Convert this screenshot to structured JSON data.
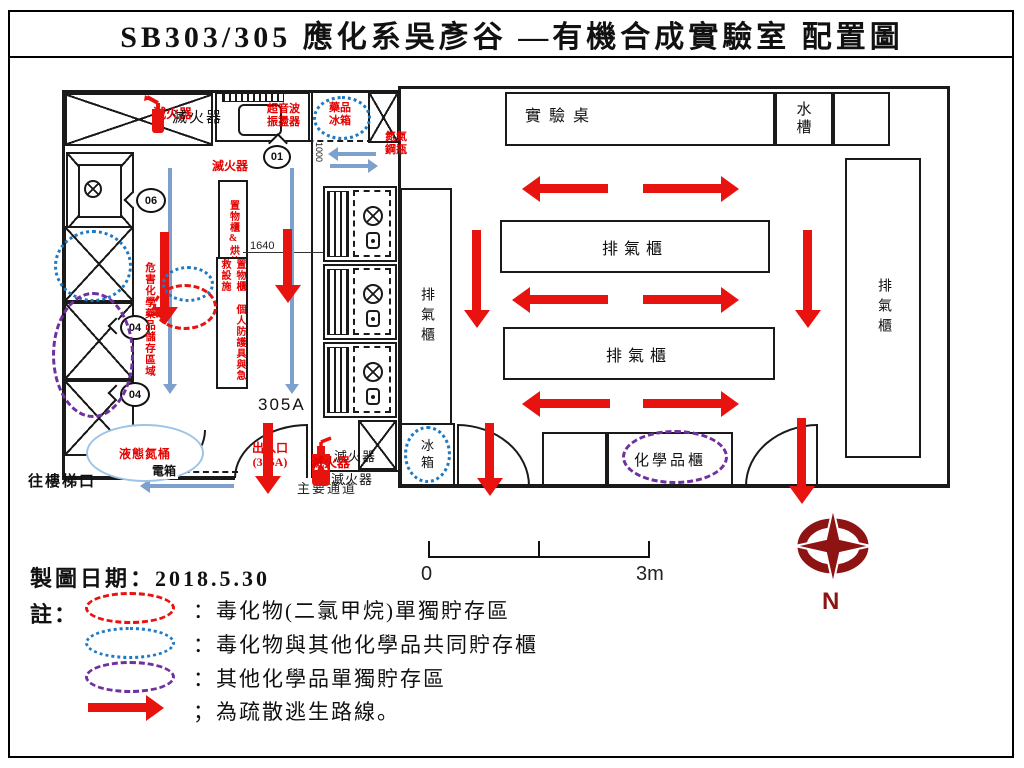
{
  "title": "SB303/305 應化系吳彥谷 —有機合成實驗室 配置圖",
  "date_label": "製圖日期：2018.5.30",
  "note_label": "註：",
  "legend": {
    "items": [
      {
        "marker": "red-dashed-ellipse",
        "text": "：毒化物(二氯甲烷)單獨貯存區"
      },
      {
        "marker": "blue-dotted-ellipse",
        "text": "：毒化物與其他化學品共同貯存櫃"
      },
      {
        "marker": "purple-dashdot-ellipse",
        "text": "：其他化學品單獨貯存區"
      },
      {
        "marker": "red-arrow",
        "text": "；為疏散逃生路線。"
      }
    ]
  },
  "scale": {
    "start": "0",
    "end": "3m"
  },
  "compass": {
    "label": "N"
  },
  "colors": {
    "escape_route_red": "#e8120e",
    "route_blue": "#7da0cc",
    "toxic_single_red": "#e8120e",
    "shared_storage_blue": "#1f7ac4",
    "other_chem_purple": "#7030a0",
    "liquid_n2_lightblue": "#9dc3e6",
    "compass_dark_red": "#8e1414"
  },
  "plan": {
    "labels": {
      "lab_bench": "實驗桌",
      "sink": "水槽",
      "fume_hood": "排氣櫃",
      "chem_cabinet": "化學品櫃",
      "fridge": "冰箱",
      "drug_fridge": "藥品冰箱",
      "ultrasonic": "超音波振盪器",
      "n2_cylinder": "氮氣鋼瓶",
      "fire_extinguisher": "滅火器",
      "storage_dryer": "置物櫃&烘乾櫃",
      "storage_ppe": "置物櫃 個人防護具與急救設施",
      "hazard_storage": "危害化學藥品儲存區域",
      "room_305a": "305A",
      "entrance_l1": "出入口",
      "entrance_l2": "(305A)",
      "main_corridor": "主要通道",
      "liquid_n2": "液態氮桶",
      "electric_box": "電箱",
      "to_stairs": "往樓梯口"
    },
    "dims": {
      "d1640": "1640",
      "d1000": "1000"
    },
    "markers": {
      "m01": "01",
      "m06": "06",
      "m04": "04"
    }
  }
}
